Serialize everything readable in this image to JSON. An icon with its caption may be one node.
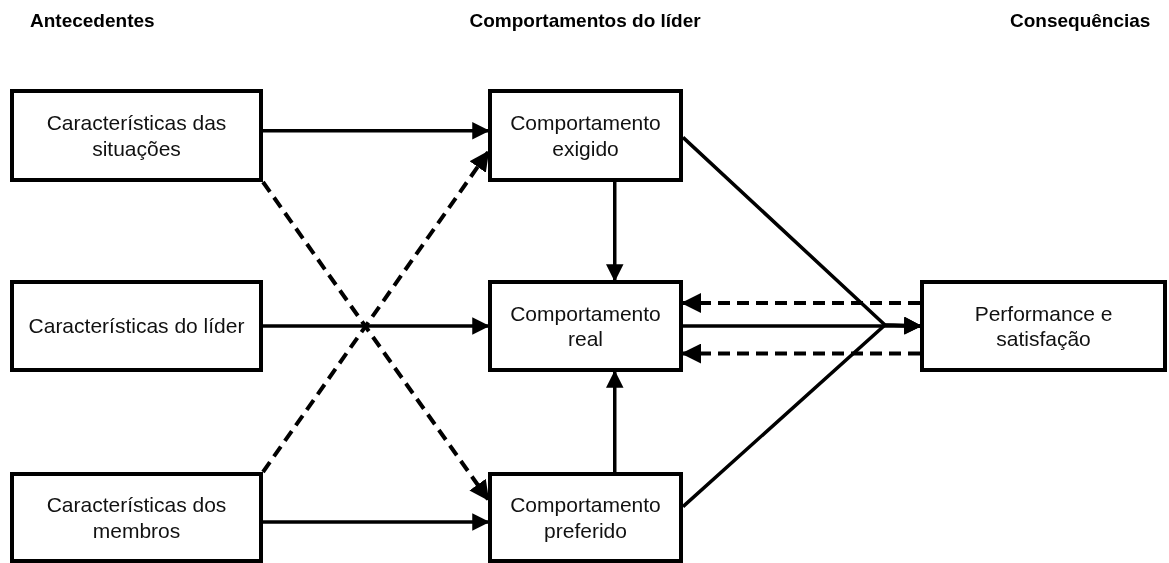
{
  "diagram": {
    "nodes": [
      {
        "text": [
          "Características das situações"
        ]
      },
      {
        "text": [
          "Características do líder"
        ]
      },
      {
        "text": [
          "Características dos membros"
        ]
      },
      {
        "text": [
          "Comportamento exigido"
        ]
      },
      {
        "text": [
          "Comportamento real"
        ]
      },
      {
        "text": [
          "Comportamento preferido"
        ]
      },
      {
        "text": [
          "Performance e satisfação"
        ]
      }
    ],
    "edges": [
      {
        "from": 0,
        "to": 3,
        "arrow": "to"
      },
      {
        "from": 0,
        "to": 5,
        "arrow": "to",
        "style": "dashed"
      },
      {
        "from": 2,
        "to": 3,
        "arrow": "to",
        "style": "dashed"
      },
      {
        "from": 1,
        "to": 4,
        "arrow": "to"
      },
      {
        "from": 2,
        "to": 5,
        "arrow": "to"
      },
      {
        "from": 3,
        "to": 4,
        "arrow": "to"
      },
      {
        "from": 5,
        "to": 4,
        "arrow": "to"
      },
      {
        "from": 3,
        "to": 6,
        "arrow": "to"
      },
      {
        "from": 4,
        "to": 6,
        "arrow": "to"
      },
      {
        "from": 5,
        "to": 6,
        "arrow": "to"
      },
      {
        "from": 6,
        "to": 4,
        "arrow": "to",
        "style": "dashed"
      },
      {
        "from": 6,
        "to": 4,
        "arrow": "to",
        "style": "dashed"
      }
    ],
    "labels": [
      "Antecedentes",
      "Comportamentos do líder",
      "Consequências"
    ]
  }
}
